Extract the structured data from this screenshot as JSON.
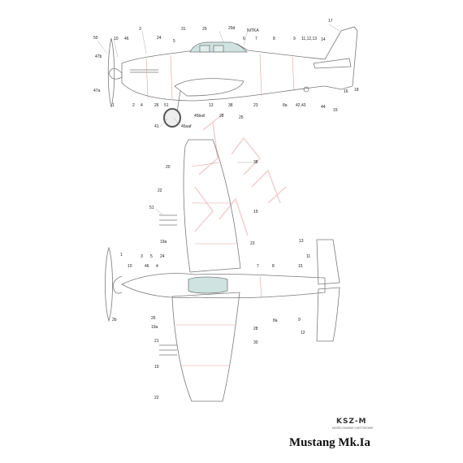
{
  "title": "Mustang Mk.Ia",
  "brand": {
    "logo": "KSZ-M",
    "subtitle": "MODELOWANIE KARTONOWE"
  },
  "colors": {
    "line": "#7a7a7a",
    "panel": "#e0a0a0",
    "canopy": "#cfe3e0",
    "watermark": "#f0c8c8",
    "text": "#222222"
  },
  "side_view_labels": [
    {
      "id": "s50",
      "text": "50"
    },
    {
      "id": "s10",
      "text": "10"
    },
    {
      "id": "s46",
      "text": "46"
    },
    {
      "id": "s3",
      "text": "3"
    },
    {
      "id": "s24",
      "text": "24"
    },
    {
      "id": "s5",
      "text": "5"
    },
    {
      "id": "s31",
      "text": "31"
    },
    {
      "id": "s29",
      "text": "29"
    },
    {
      "id": "s29d",
      "text": "29d"
    },
    {
      "id": "s6",
      "text": "6"
    },
    {
      "id": "snitka",
      "text": "NITKA"
    },
    {
      "id": "s7",
      "text": "7"
    },
    {
      "id": "s8",
      "text": "8"
    },
    {
      "id": "s9",
      "text": "9"
    },
    {
      "id": "s111213",
      "text": "11,12,13"
    },
    {
      "id": "s14",
      "text": "14"
    },
    {
      "id": "s17",
      "text": "17"
    },
    {
      "id": "s47b",
      "text": "47b"
    },
    {
      "id": "s47a",
      "text": "47a"
    },
    {
      "id": "s1",
      "text": "1"
    },
    {
      "id": "s2",
      "text": "2"
    },
    {
      "id": "s4",
      "text": "4"
    },
    {
      "id": "s26",
      "text": "26"
    },
    {
      "id": "s51",
      "text": "51"
    },
    {
      "id": "s45boil",
      "text": "45boil"
    },
    {
      "id": "s41",
      "text": "41"
    },
    {
      "id": "s45aaf",
      "text": "45aaf"
    },
    {
      "id": "s13",
      "text": "13"
    },
    {
      "id": "s38",
      "text": "38"
    },
    {
      "id": "s28",
      "text": "28"
    },
    {
      "id": "s25",
      "text": "25"
    },
    {
      "id": "s23",
      "text": "23"
    },
    {
      "id": "s8a",
      "text": "8a"
    },
    {
      "id": "s4243",
      "text": "42,43"
    },
    {
      "id": "s44",
      "text": "44"
    },
    {
      "id": "s15",
      "text": "15"
    },
    {
      "id": "s16",
      "text": "16"
    },
    {
      "id": "s18",
      "text": "18"
    }
  ],
  "plan_view_labels": [
    {
      "id": "p20",
      "text": "20"
    },
    {
      "id": "p38",
      "text": "38"
    },
    {
      "id": "p22a",
      "text": "22"
    },
    {
      "id": "p19a",
      "text": "19"
    },
    {
      "id": "p51",
      "text": "51"
    },
    {
      "id": "p19aa",
      "text": "19a"
    },
    {
      "id": "p23",
      "text": "23"
    },
    {
      "id": "p1",
      "text": "1"
    },
    {
      "id": "p3",
      "text": "3"
    },
    {
      "id": "p5",
      "text": "5"
    },
    {
      "id": "p24",
      "text": "24"
    },
    {
      "id": "p10",
      "text": "10"
    },
    {
      "id": "p46",
      "text": "46"
    },
    {
      "id": "p4",
      "text": "4"
    },
    {
      "id": "p7",
      "text": "7"
    },
    {
      "id": "p8",
      "text": "8"
    },
    {
      "id": "p13",
      "text": "13"
    },
    {
      "id": "p11",
      "text": "11"
    },
    {
      "id": "p15",
      "text": "15"
    },
    {
      "id": "p2b",
      "text": "2b"
    },
    {
      "id": "p26",
      "text": "26"
    },
    {
      "id": "p19ab",
      "text": "19a"
    },
    {
      "id": "p21",
      "text": "21"
    },
    {
      "id": "p19b",
      "text": "19"
    },
    {
      "id": "p28",
      "text": "28"
    },
    {
      "id": "p30",
      "text": "30"
    },
    {
      "id": "p8a",
      "text": "8a"
    },
    {
      "id": "p9",
      "text": "9"
    },
    {
      "id": "p12",
      "text": "12"
    },
    {
      "id": "p22b",
      "text": "22"
    }
  ]
}
